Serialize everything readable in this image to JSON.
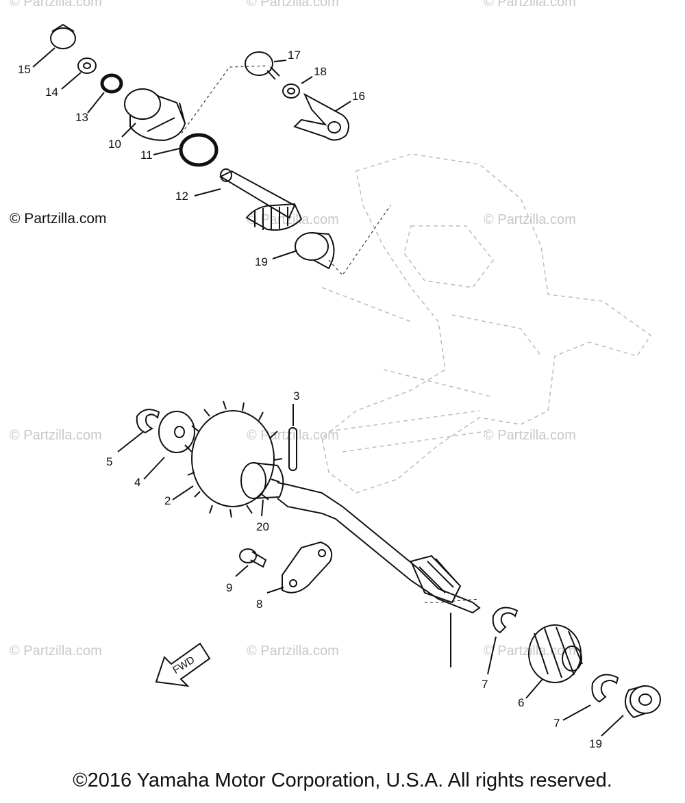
{
  "watermark_text": "© Partzilla.com",
  "copyright_tag": "© Partzilla.com",
  "footer": "©2016 Yamaha Motor Corporation, U.S.A. All rights reserved.",
  "fwd_label": "FWD",
  "labels": {
    "p15": "15",
    "p14": "14",
    "p13": "13",
    "p10": "10",
    "p11": "11",
    "p12": "12",
    "p17": "17",
    "p18": "18",
    "p16": "16",
    "p19a": "19",
    "p3": "3",
    "p5": "5",
    "p4": "4",
    "p2": "2",
    "p20": "20",
    "p9": "9",
    "p8": "8",
    "p7a": "7",
    "p6": "6",
    "p7b": "7",
    "p19b": "19"
  }
}
